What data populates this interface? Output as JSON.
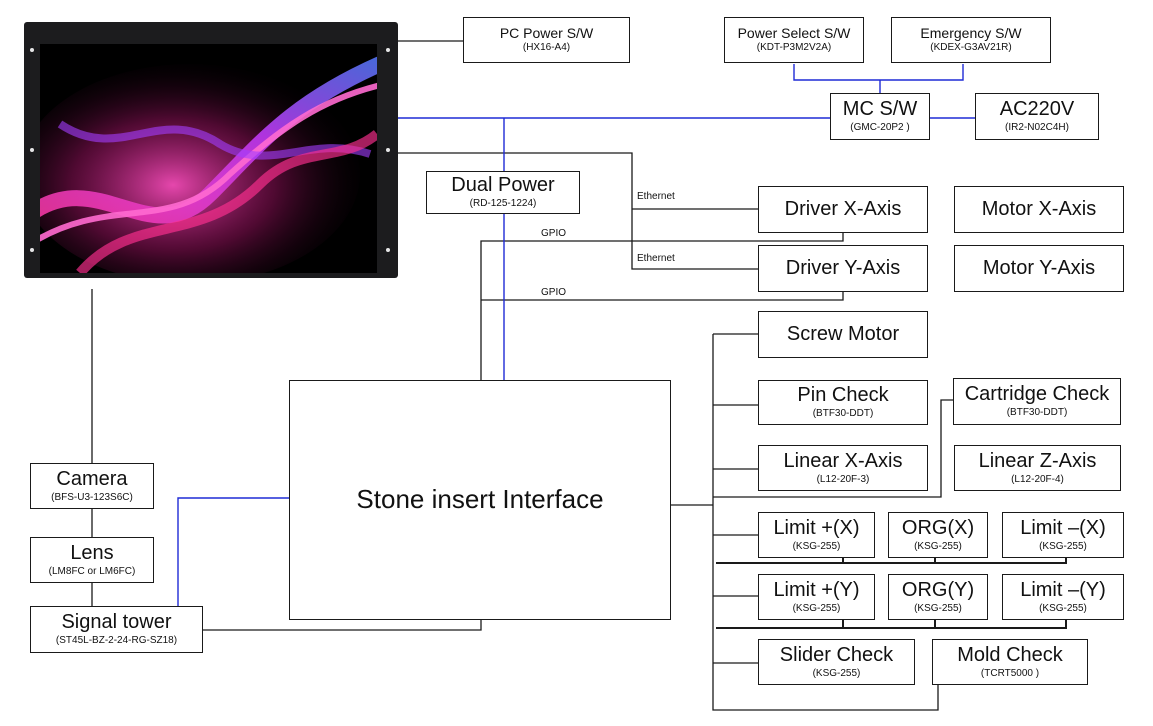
{
  "diagram": {
    "nodes": {
      "pc_power": {
        "title": "PC Power S/W",
        "sub": "(HX16-A4)"
      },
      "power_select": {
        "title": "Power Select S/W",
        "sub": "(KDT-P3M2V2A)"
      },
      "emergency": {
        "title": "Emergency S/W",
        "sub": "(KDEX-G3AV21R)"
      },
      "mc_sw": {
        "title": "MC S/W",
        "sub": "(GMC-20P2 )"
      },
      "ac220v": {
        "title": "AC220V",
        "sub": "(IR2-N02C4H)"
      },
      "dual_power": {
        "title": "Dual Power",
        "sub": "(RD-125-1224)"
      },
      "driver_x": {
        "title": "Driver X-Axis",
        "sub": ""
      },
      "motor_x": {
        "title": "Motor X-Axis",
        "sub": ""
      },
      "driver_y": {
        "title": "Driver Y-Axis",
        "sub": ""
      },
      "motor_y": {
        "title": "Motor Y-Axis",
        "sub": ""
      },
      "screw_motor": {
        "title": "Screw Motor",
        "sub": ""
      },
      "pin_check": {
        "title": "Pin Check",
        "sub": "(BTF30-DDT)"
      },
      "cartridge_check": {
        "title": "Cartridge Check",
        "sub": "(BTF30-DDT)"
      },
      "linear_x": {
        "title": "Linear X-Axis",
        "sub": "(L12-20F-3)"
      },
      "linear_z": {
        "title": "Linear Z-Axis",
        "sub": "(L12-20F-4)"
      },
      "limit_px": {
        "title": "Limit +(X)",
        "sub": "(KSG-255)"
      },
      "org_x": {
        "title": "ORG(X)",
        "sub": "(KSG-255)"
      },
      "limit_mx": {
        "title": "Limit –(X)",
        "sub": "(KSG-255)"
      },
      "limit_py": {
        "title": "Limit +(Y)",
        "sub": "(KSG-255)"
      },
      "org_y": {
        "title": "ORG(Y)",
        "sub": "(KSG-255)"
      },
      "limit_my": {
        "title": "Limit –(Y)",
        "sub": "(KSG-255)"
      },
      "slider_check": {
        "title": "Slider Check",
        "sub": "(KSG-255)"
      },
      "mold_check": {
        "title": "Mold Check",
        "sub": "(TCRT5000 )"
      },
      "stone_interface": {
        "title": "Stone insert Interface",
        "sub": ""
      },
      "camera": {
        "title": "Camera",
        "sub": "(BFS-U3-123S6C)"
      },
      "lens": {
        "title": "Lens",
        "sub": "(LM8FC or LM6FC)"
      },
      "signal_tower": {
        "title": "Signal tower",
        "sub": "(ST45L-BZ-2-24-RG-SZ18)"
      }
    },
    "wire_labels": {
      "ethernet_x": "Ethernet",
      "gpio_x": "GPIO",
      "ethernet_y": "Ethernet",
      "gpio_y": "GPIO"
    },
    "colors": {
      "box_border": "#1a1a1a",
      "wire_black": "#1a1a1a",
      "wire_blue": "#1f2bd6",
      "monitor_bezel": "#1c1c1e",
      "wallpaper_glow": "#ff2fa0"
    },
    "monitor_image": "display-monitor-with-abstract-magenta-wave-wallpaper"
  }
}
